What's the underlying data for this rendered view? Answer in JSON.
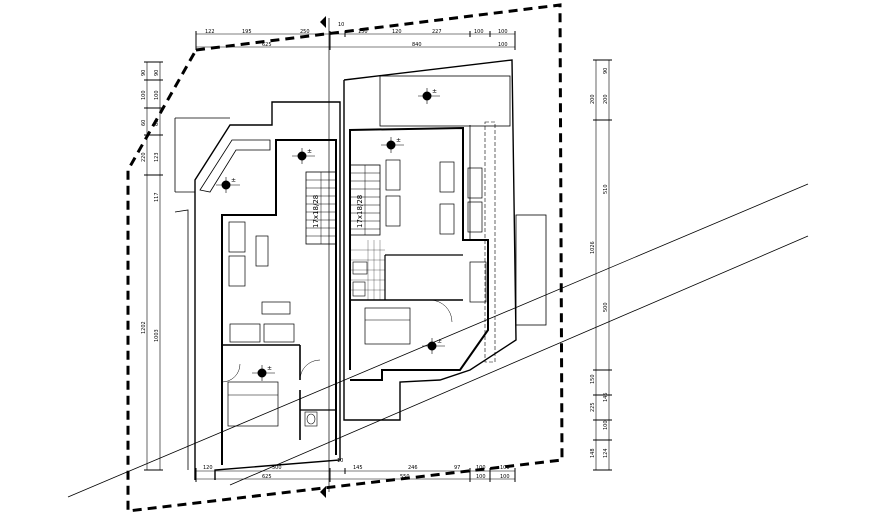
{
  "top_dims_row1": [
    "122",
    "195",
    "250",
    "10",
    "150",
    "120",
    "227",
    "100",
    "100"
  ],
  "top_dims_row2": [
    "625",
    "840",
    "100"
  ],
  "bottom_dims_row1": [
    "120",
    "500",
    "10",
    "145",
    "246",
    "97",
    "100",
    "100"
  ],
  "bottom_dims_row2": [
    "625",
    "550",
    "100",
    "100"
  ],
  "left_dims_outer": [
    "90",
    "100",
    "60",
    "220",
    "1202"
  ],
  "left_dims_inner": [
    "90",
    "100",
    "60",
    "123",
    "117",
    "1003"
  ],
  "right_dims_outer": [
    "90",
    "200",
    "1026"
  ],
  "right_dims_inner": [
    "200",
    "510",
    "500",
    "150",
    "225",
    "145",
    "100",
    "148",
    "124"
  ],
  "stair_labels": [
    "17x18/28",
    "17x18/28"
  ],
  "level_mark": "±"
}
